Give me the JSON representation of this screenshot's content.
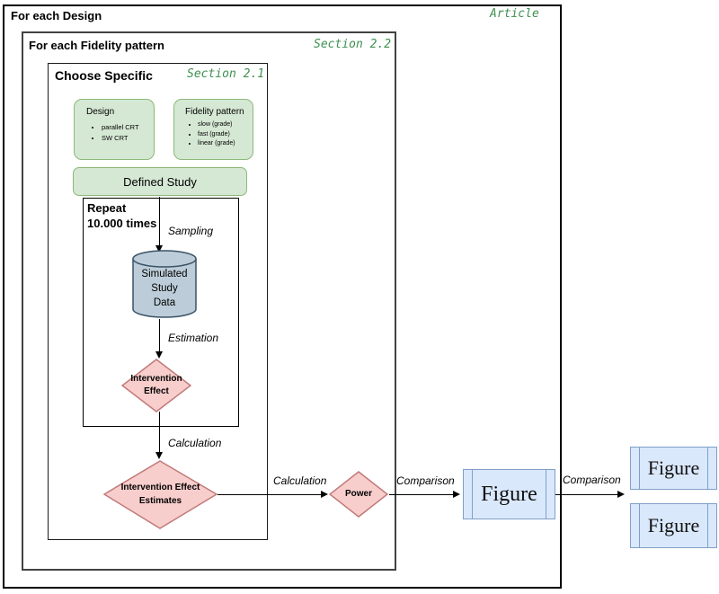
{
  "frames": {
    "design_loop": {
      "label": "For each Design",
      "tag": "Article"
    },
    "fidelity_loop": {
      "label": "For each Fidelity pattern",
      "tag": "Section 2.2"
    },
    "choose": {
      "label": "Choose Specific",
      "tag": "Section 2.1"
    },
    "repeat": {
      "line1": "Repeat",
      "line2": "10.000 times"
    }
  },
  "option_boxes": {
    "design": {
      "title": "Design",
      "items": [
        "parallel CRT",
        "SW CRT"
      ]
    },
    "fidelity_pattern": {
      "title": "Fidelity pattern",
      "items": [
        "slow (grade)",
        "fast (grade)",
        "linear (grade)"
      ]
    }
  },
  "nodes": {
    "defined_study": "Defined Study",
    "database": {
      "line1": "Simulated",
      "line2": "Study",
      "line3": "Data"
    },
    "intervention_effect": {
      "line1": "Intervention",
      "line2": "Effect"
    },
    "intervention_effect_estimates": {
      "line1": "Intervention Effect",
      "line2": "Estimates"
    },
    "power": "Power",
    "figure_mid": "Figure",
    "figure_top_right": "Figure",
    "figure_bottom_right": "Figure"
  },
  "edge_labels": {
    "sampling": "Sampling",
    "estimation": "Estimation",
    "calculation_inner": "Calculation",
    "calculation_outer": "Calculation",
    "comparison_mid": "Comparison",
    "comparison_right": "Comparison"
  },
  "colors": {
    "green_fill": "#d5e8d4",
    "green_stroke": "#8cb878",
    "pink_fill": "#f8cecc",
    "pink_stroke": "#c07a78",
    "blue_fill": "#dae8fc",
    "blue_stroke": "#7f9fc9",
    "cylinder_fill": "#bccdd9",
    "cylinder_stroke": "#3a5266",
    "section_text": "#3e9050"
  }
}
